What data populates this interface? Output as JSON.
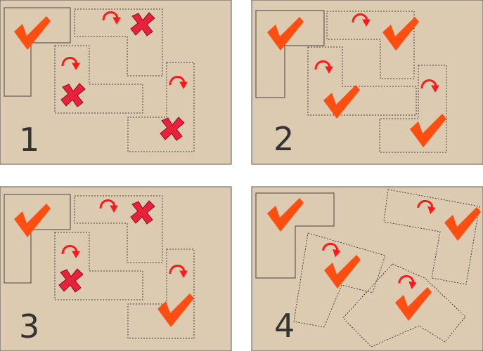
{
  "colors": {
    "panel_bg": "#dccab1",
    "panel_border": "#555555",
    "outline": "#444444",
    "check": "#ff4e12",
    "cross": "#e8223a",
    "cross_edge": "#8a0f20",
    "arrow": "#ff1a1a"
  },
  "panels": [
    {
      "label": "1",
      "marks": {
        "l_piece": "check",
        "top": "cross",
        "middle": "cross",
        "right": "cross"
      }
    },
    {
      "label": "2",
      "marks": {
        "l_piece": "check",
        "top": "check",
        "middle": "check",
        "right": "check"
      }
    },
    {
      "label": "3",
      "marks": {
        "l_piece": "check",
        "top": "cross",
        "middle": "cross",
        "right": "check"
      }
    },
    {
      "label": "4",
      "marks": {
        "l_piece": "check",
        "top": "check",
        "middle": "check",
        "right": "check"
      }
    }
  ]
}
